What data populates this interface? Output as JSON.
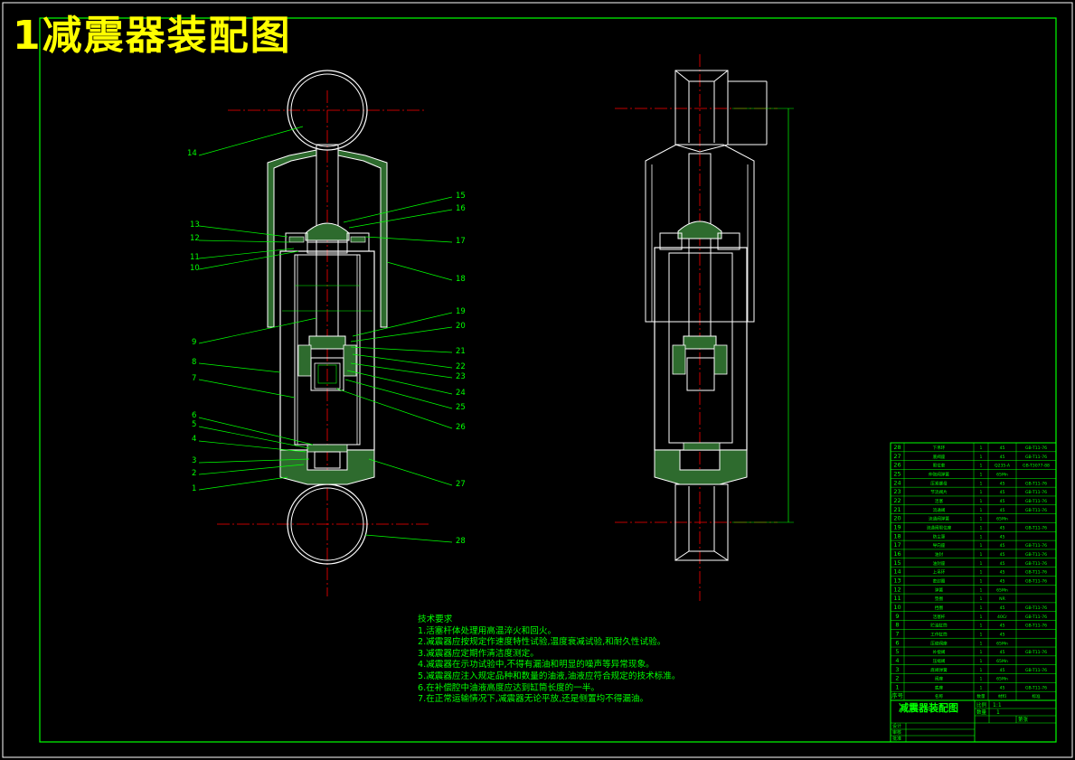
{
  "page_title": "1减震器装配图",
  "tech_requirements": {
    "heading": "技术要求",
    "items": [
      "1.活塞杆体处理用高温淬火和回火。",
      "2.减震器应按规定作速度特性试验,温度衰减试验,和耐久性试验。",
      "3.减震器应定期作清洁度测定。",
      "4.减震器在示功试验中,不得有漏油和明显的噪声等异常现象。",
      "5.减震器应注入规定品种和数量的油液,油液应符合规定的技术标准。",
      "6.在补偿腔中油液高度应达到缸筒长度的一半。",
      "7.在正常运输情况下,减震器无论平放,还是侧置均不得漏油。"
    ]
  },
  "leaders_left": [
    "14",
    "13",
    "12",
    "11",
    "10",
    "9",
    "8",
    "7",
    "6",
    "5",
    "4",
    "3",
    "2",
    "1"
  ],
  "leaders_right": [
    "15",
    "16",
    "17",
    "18",
    "19",
    "20",
    "21",
    "22",
    "23",
    "24",
    "25",
    "26",
    "27",
    "28"
  ],
  "bom_rows": [
    {
      "no": "28",
      "name": "下吊环",
      "qty": "1",
      "material": "45",
      "std": "GB-T11-76"
    },
    {
      "no": "27",
      "name": "底阀座",
      "qty": "1",
      "material": "45",
      "std": "GB-T11-76"
    },
    {
      "no": "26",
      "name": "限位套",
      "qty": "1",
      "material": "Q235-A",
      "std": "GB-T3077-88"
    },
    {
      "no": "25",
      "name": "伸张阀弹簧",
      "qty": "1",
      "material": "65Mn",
      "std": ""
    },
    {
      "no": "24",
      "name": "压紧螺母",
      "qty": "1",
      "material": "45",
      "std": "GB-T11-76"
    },
    {
      "no": "23",
      "name": "节流阀片",
      "qty": "1",
      "material": "45",
      "std": "GB-T11-76"
    },
    {
      "no": "22",
      "name": "活塞",
      "qty": "1",
      "material": "45",
      "std": "GB-T11-76"
    },
    {
      "no": "21",
      "name": "流通阀",
      "qty": "1",
      "material": "45",
      "std": "GB-T11-76"
    },
    {
      "no": "20",
      "name": "流通阀弹簧",
      "qty": "1",
      "material": "65Mn",
      "std": ""
    },
    {
      "no": "19",
      "name": "流通阀限位座",
      "qty": "1",
      "material": "45",
      "std": "GB-T11-76"
    },
    {
      "no": "18",
      "name": "防尘罩",
      "qty": "1",
      "material": "45",
      "std": ""
    },
    {
      "no": "17",
      "name": "导向座",
      "qty": "1",
      "material": "45",
      "std": "GB-T11-76"
    },
    {
      "no": "16",
      "name": "油封",
      "qty": "1",
      "material": "45",
      "std": "GB-T11-76"
    },
    {
      "no": "15",
      "name": "油封座",
      "qty": "1",
      "material": "45",
      "std": "GB-T11-76"
    },
    {
      "no": "14",
      "name": "上吊环",
      "qty": "1",
      "material": "45",
      "std": "GB-T11-76"
    },
    {
      "no": "13",
      "name": "密封圈",
      "qty": "1",
      "material": "45",
      "std": "GB-T11-76"
    },
    {
      "no": "12",
      "name": "弹簧",
      "qty": "1",
      "material": "65Mn",
      "std": ""
    },
    {
      "no": "11",
      "name": "垫圈",
      "qty": "1",
      "material": "NR",
      "std": ""
    },
    {
      "no": "10",
      "name": "挡圈",
      "qty": "1",
      "material": "45",
      "std": "GB-T11-76"
    },
    {
      "no": "9",
      "name": "活塞杆",
      "qty": "1",
      "material": "40Cr",
      "std": "GB-T11-76"
    },
    {
      "no": "8",
      "name": "贮油缸筒",
      "qty": "1",
      "material": "45",
      "std": "GB-T11-76"
    },
    {
      "no": "7",
      "name": "工作缸筒",
      "qty": "1",
      "material": "45",
      "std": ""
    },
    {
      "no": "6",
      "name": "压缩阀座",
      "qty": "1",
      "material": "65Mn",
      "std": ""
    },
    {
      "no": "5",
      "name": "补偿阀",
      "qty": "1",
      "material": "45",
      "std": "GB-T11-76"
    },
    {
      "no": "4",
      "name": "压缩阀",
      "qty": "1",
      "material": "65Mn",
      "std": ""
    },
    {
      "no": "3",
      "name": "底阀弹簧",
      "qty": "1",
      "material": "45",
      "std": "GB-T11-76"
    },
    {
      "no": "2",
      "name": "阀座",
      "qty": "1",
      "material": "65Mn",
      "std": ""
    },
    {
      "no": "1",
      "name": "底座",
      "qty": "1",
      "material": "45",
      "std": "GB-T11-76"
    }
  ],
  "bom_header": {
    "no": "序号",
    "name": "名称",
    "qty": "数量",
    "material": "材料",
    "std": "标准"
  },
  "title_block": {
    "drawing_name": "减震器装配图",
    "scale_label": "比例",
    "scale_value": "1:1",
    "qty_label": "数量",
    "qty_value": "1",
    "sheet_label": "第张",
    "designer_label": "设计",
    "checker_label": "审核",
    "approver_label": "批准"
  },
  "colors": {
    "background": "#000000",
    "line": "#00ff00",
    "outline": "#ffffff",
    "centerline": "#ff0000",
    "title": "#ffff00"
  }
}
